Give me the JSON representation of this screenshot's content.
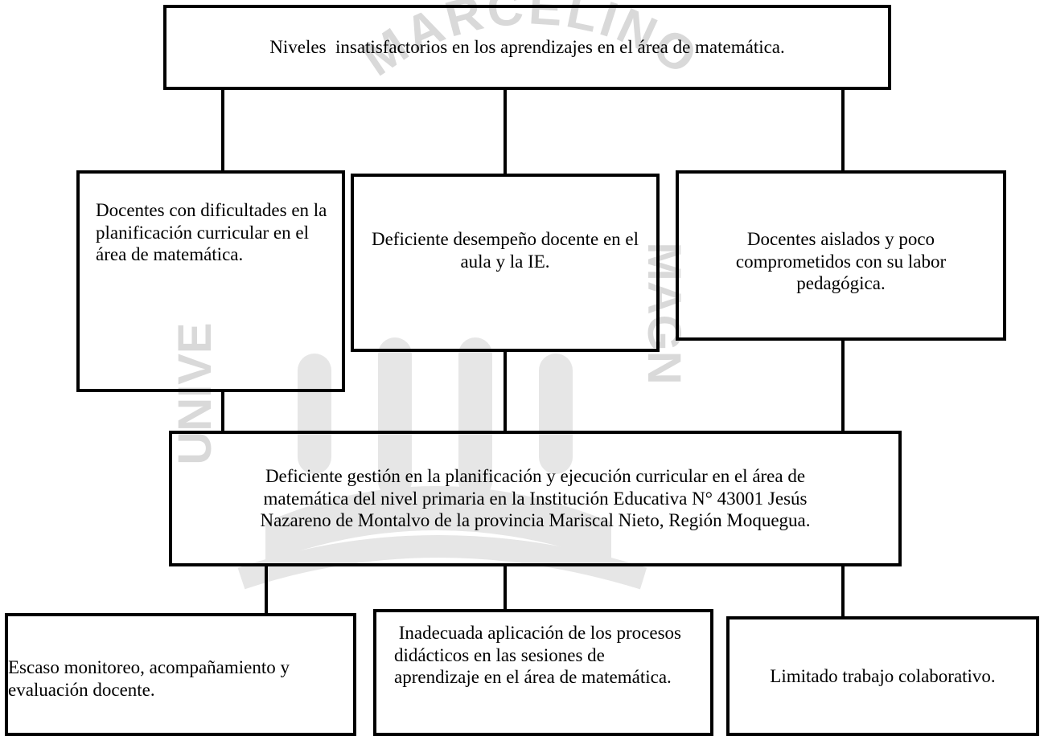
{
  "watermark": {
    "arc_text": "MARCELINO",
    "left_text": "UNIVE",
    "right_text": "MAGN"
  },
  "effect": {
    "text": "Niveles  insatisfactorios en los aprendizajes en el área de matemática."
  },
  "middle_row": [
    {
      "text": "Docentes con dificultades en la planificación curricular en el área de matemática."
    },
    {
      "text": "Deficiente desempeño docente en el aula y la IE."
    },
    {
      "text": "Docentes aislados y poco comprometidos con su labor pedagógica."
    }
  ],
  "central_problem": {
    "text": "Deficiente gestión en la planificación y ejecución curricular en el área de\nmatemática del nivel primaria en  la Institución  Educativa  N° 43001  Jesús\nNazareno  de Montalvo  de la provincia Mariscal Nieto, Región Moquegua."
  },
  "bottom_row": [
    {
      "text": "Escaso monitoreo, acompañamiento y evaluación docente."
    },
    {
      "text": " Inadecuada aplicación de los procesos didácticos en las sesiones de aprendizaje en el área de matemática."
    },
    {
      "text": "Limitado trabajo colaborativo."
    }
  ],
  "colors": {
    "border": "#000000",
    "watermark": "#d9d9d9"
  }
}
